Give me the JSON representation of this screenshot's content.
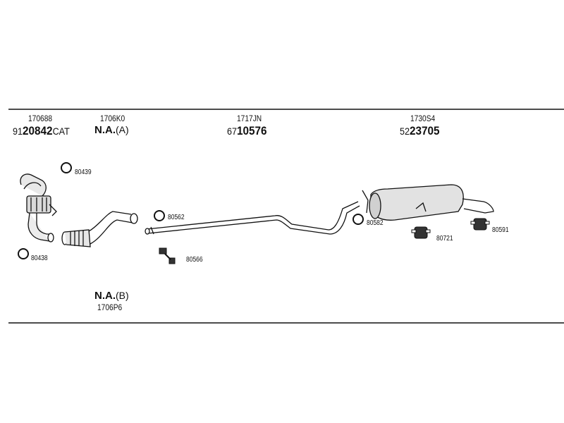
{
  "groups": [
    {
      "code": "170688",
      "pn_prefix": "91",
      "pn_main": "20842",
      "pn_suffix": "CAT"
    },
    {
      "code": "1706K0",
      "na_main": "N.A.",
      "na_suffix": "(A)"
    },
    {
      "code": "1717JN",
      "pn_prefix": "67",
      "pn_main": "10576"
    },
    {
      "code": "1730S4",
      "pn_prefix": "52",
      "pn_main": "23705"
    }
  ],
  "bottom_group": {
    "na_main": "N.A.",
    "na_suffix": "(B)",
    "code": "1706P6"
  },
  "callouts": {
    "c80439": "80439",
    "c80438": "80438",
    "c80562": "80562",
    "c80566": "80566",
    "c80582": "80582",
    "c80721": "80721",
    "c80591": "80591"
  }
}
